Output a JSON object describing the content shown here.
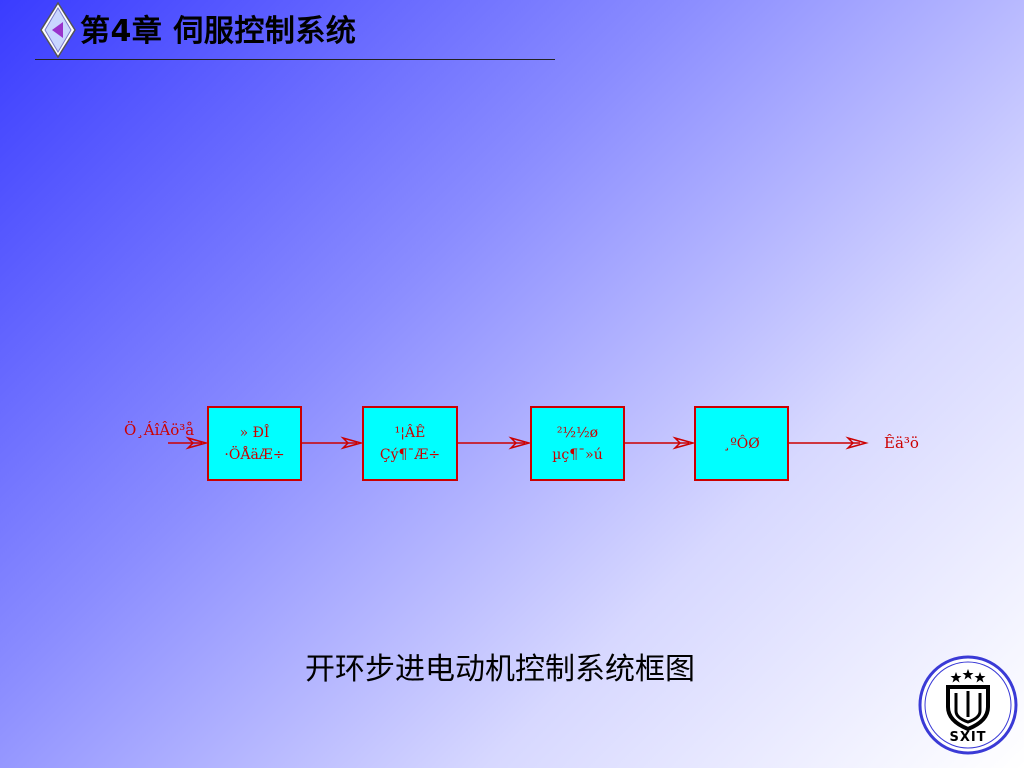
{
  "header": {
    "chapter_title": "第4章 伺服控制系统"
  },
  "diagram": {
    "input_label": "Ö¸ÁîÂö³å",
    "output_label": "Êä³ö",
    "blocks": [
      {
        "line1": "» ÐÎ",
        "line2": "·ÖÅäÆ÷"
      },
      {
        "line1": "¹¦ÂÊ",
        "line2": "Çý¶¯Æ÷"
      },
      {
        "line1": "²½½ø",
        "line2": "µç¶¯»ú"
      },
      {
        "line1": "¸ºÔØ",
        "line2": ""
      }
    ]
  },
  "caption": "开环步进电动机控制系统框图",
  "logo": {
    "text": "SXIT"
  },
  "colors": {
    "block_fill": "#00ffff",
    "block_border": "#cc0000",
    "arrow": "#cc0000"
  }
}
